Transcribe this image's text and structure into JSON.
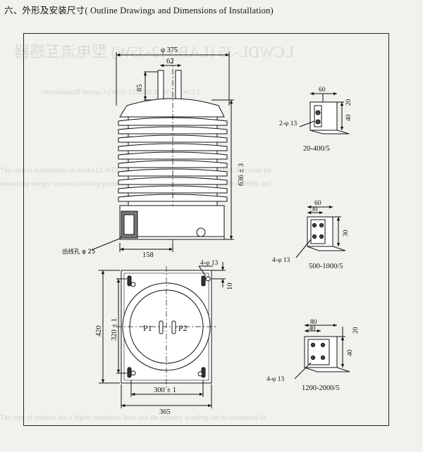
{
  "section_title_cn": "六、外形及安装尺寸",
  "section_title_en": "( Outline Drawings and Dimensions of Installation)",
  "dimensions": {
    "outer_diameter": "φ 375",
    "terminal_width": "62",
    "terminal_height": "85",
    "overall_height": "636 ± 3",
    "base_offset": "158",
    "outlet_hole": "出线孔 φ 25",
    "plan_height": "420",
    "plan_mount_height": "320 ± 1",
    "plan_mount_width": "300 ± 1",
    "plan_width": "365",
    "hole_size": "4-φ 13",
    "base_thickness": "10",
    "primary_left": "P1",
    "primary_right": "P2"
  },
  "terminals": [
    {
      "ratio": "20-400/5",
      "dims": [
        "60",
        "20",
        "40"
      ],
      "holes": "2-φ 13"
    },
    {
      "ratio": "500-1000/5",
      "dims": [
        "60",
        "30",
        "30"
      ],
      "holes": "4-φ 13"
    },
    {
      "ratio": "1200-2000/5",
      "dims": [
        "80",
        "40",
        "40",
        "20"
      ],
      "holes": "4-φ 13"
    }
  ],
  "background_text": {
    "title_line": "LCWDL-35 (LABN12-35W) 型电流互感器",
    "line_a": "LCWDL-35 (LABN12-35W) Current Transformer",
    "line_b": "The current transformer of model LCWDL-35 (LABN12-35W) is outdoor product. It is used for",
    "line_c": "measuring energy, current and relay protection in power system of frequency 50Hz or 60Hz and",
    "line_d": "The type of product has a higher insulation level and the primary winding can be connected in"
  }
}
